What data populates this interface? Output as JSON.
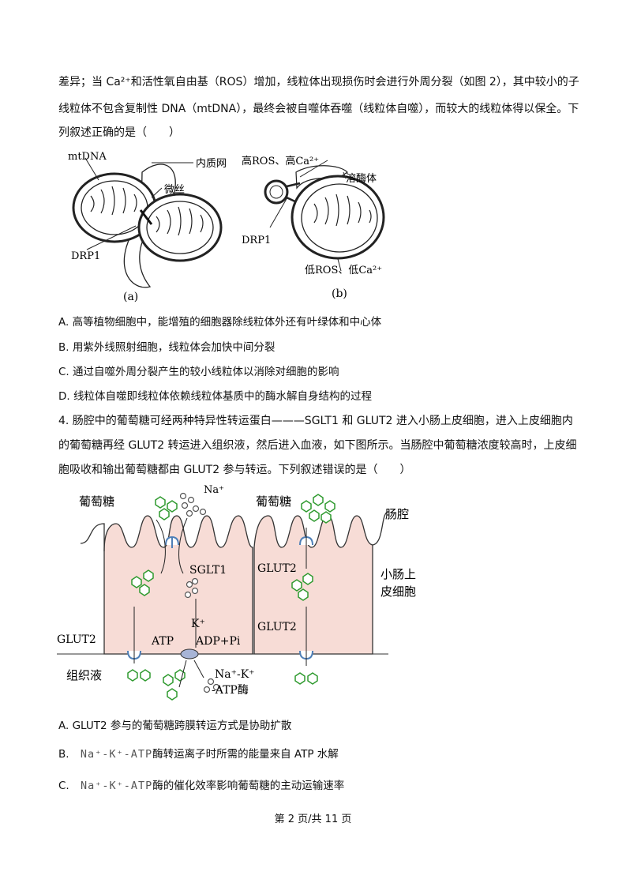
{
  "q3": {
    "lines": [
      "差异；当 Ca²⁺和活性氧自由基（ROS）增加，线粒体出现损伤时会进行外周分裂（如图 2），其中较小的子",
      "线粒体不包含复制性 DNA（mtDNA），最终会被自噬体吞噬（线粒体自噬），而较大的线粒体得以保全。下",
      "列叙述正确的是（　　）"
    ],
    "figure": {
      "a": {
        "mtdna": "mtDNA",
        "er": "内质网",
        "mf": "微丝",
        "drp1": "DRP1",
        "caption": "(a)"
      },
      "b": {
        "high": "高ROS、高Ca²⁺",
        "lys": "溶酶体",
        "drp1": "DRP1",
        "low": "低ROS、低Ca²⁺",
        "caption": "(b)"
      }
    },
    "options": [
      "A.  高等植物细胞中，能增殖的细胞器除线粒体外还有叶绿体和中心体",
      "B.  用紫外线照射细胞，线粒体会加快中间分裂",
      "C.  通过自噬外周分裂产生的较小线粒体以消除对细胞的影响",
      "D.  线粒体自噬即线粒体依赖线粒体基质中的酶水解自身结构的过程"
    ]
  },
  "q4": {
    "lines": [
      "4.  肠腔中的葡萄糖可经两种特异性转运蛋白———SGLT1 和 GLUT2 进入小肠上皮细胞，进入上皮细胞内",
      "的葡萄糖再经 GLUT2 转运进入组织液，然后进入血液，如下图所示。当肠腔中葡萄糖浓度较高时，上皮细",
      "胞吸收和输出葡萄糖都由 GLUT2 参与转运。下列叙述错误的是（　　）"
    ],
    "figure": {
      "glucose_left": "葡萄糖",
      "na": "Na⁺",
      "glucose_right": "葡萄糖",
      "lumen": "肠腔",
      "sglt1": "SGLT1",
      "glut2_mid": "GLUT2",
      "cell_l1": "小肠上",
      "cell_l2": "皮细胞",
      "k": "K⁺",
      "atp": "ATP",
      "adp": "ADP+Pi",
      "glut2_left": "GLUT2",
      "glut2_right": "GLUT2",
      "tissue": "组织液",
      "pump_l1": "Na⁺-K⁺",
      "pump_l2": "-ATP酶"
    },
    "options": {
      "a": "A. GLUT2  参与的葡萄糖跨膜转运方式是协助扩散",
      "b_prefix": "B.",
      "b_code": "Na⁺-K⁺-ATP",
      "b_text": "酶转运离子时所需的能量来自  ATP  水解",
      "c_prefix": "C.",
      "c_code": "Na⁺-K⁺-ATP",
      "c_text": "酶的催化效率影响葡萄糖的主动运输速率"
    }
  },
  "footer": "第 2 页/共 11 页"
}
